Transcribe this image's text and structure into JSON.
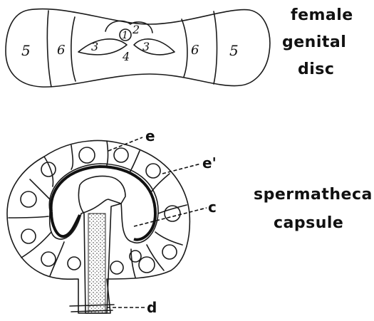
{
  "top_diagram": {
    "regions": [
      "5",
      "6",
      "3",
      "1",
      "2",
      "4",
      "3",
      "6",
      "5"
    ],
    "caption_lines": [
      "female",
      "genital",
      "disc"
    ]
  },
  "bottom_diagram": {
    "labels": [
      "e",
      "e'",
      "c",
      "d"
    ],
    "caption_lines": [
      "spermatheca",
      "capsule"
    ]
  }
}
